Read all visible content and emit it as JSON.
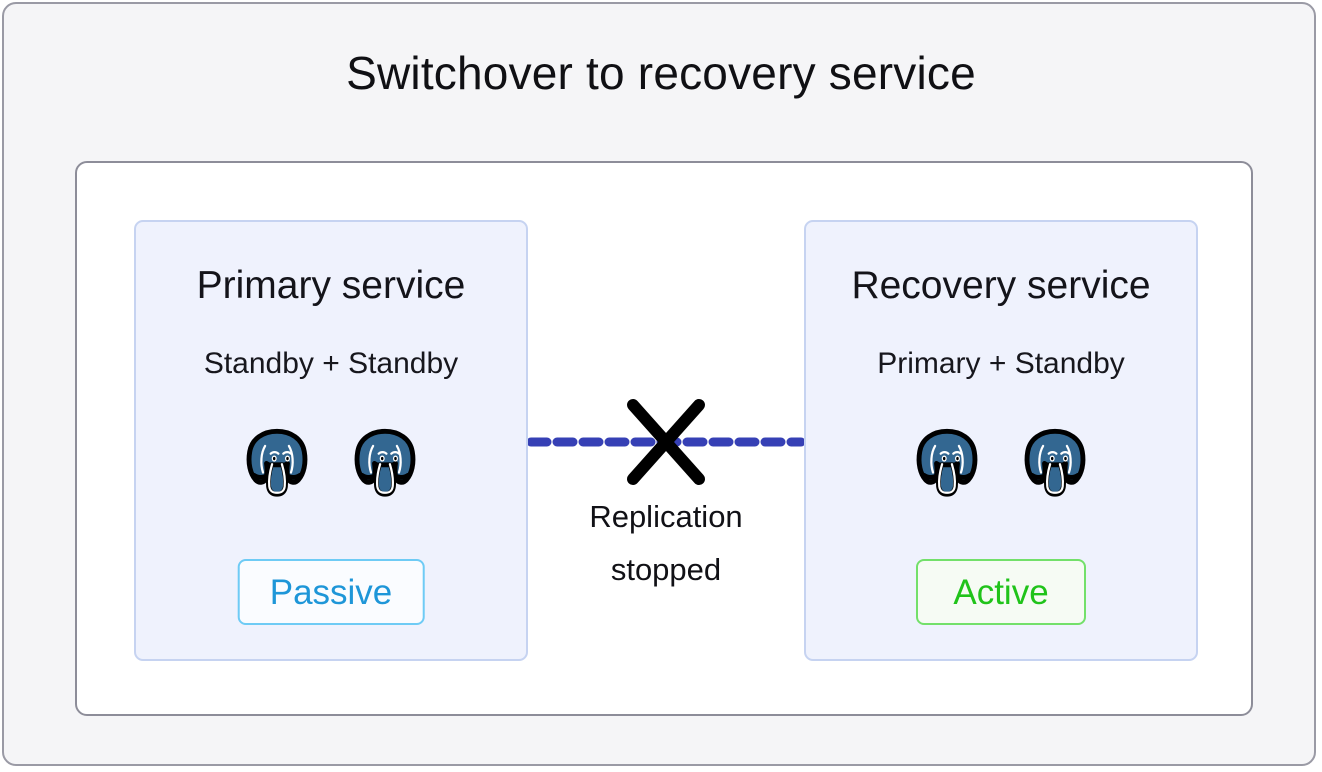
{
  "diagram": {
    "title": "Switchover to recovery service",
    "colors": {
      "page_background": "#f5f5f7",
      "panel_background": "#ffffff",
      "card_background": "#eff2fd",
      "card_border": "#c6d3f1",
      "replication_line": "#3640b5",
      "cross_mark": "#000000",
      "active_accent": "#20c31a",
      "passive_accent": "#1e96d8",
      "postgres_logo": "#336791"
    },
    "cards": [
      {
        "title": "Primary service",
        "subtitle": "Standby + Standby",
        "nodes": [
          "postgres-elephant-icon",
          "postgres-elephant-icon"
        ],
        "status": "Passive"
      },
      {
        "title": "Recovery service",
        "subtitle": "Primary + Standby",
        "nodes": [
          "postgres-elephant-icon",
          "postgres-elephant-icon"
        ],
        "status": "Active"
      }
    ],
    "connector": {
      "style": "dashed",
      "marker": "cross-mark-icon",
      "label_line_1": "Replication",
      "label_line_2": "stopped"
    }
  }
}
